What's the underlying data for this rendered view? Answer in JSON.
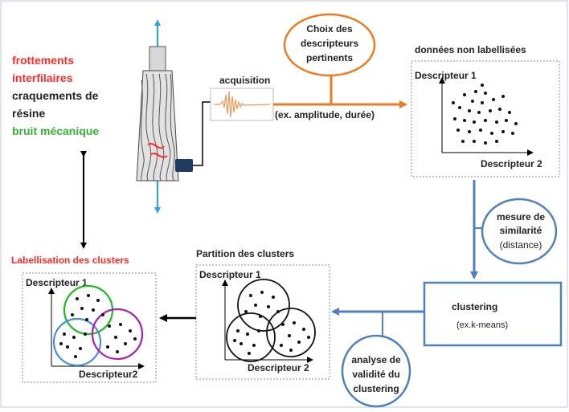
{
  "cable_labels": {
    "line1": "frottements",
    "line2": "interfilaires",
    "line3": "craquements de",
    "line4": "résine",
    "line5": "bruit mécanique"
  },
  "acquisition": "acquisition",
  "feature_choice": {
    "line1": "Choix des",
    "line2": "descripteurs",
    "line3": "pertinents"
  },
  "feature_example": "(ex. amplitude, durée)",
  "unlabeled": {
    "title": "données non labellisées",
    "y_label": "Descripteur 1",
    "x_label": "Descripteur 2"
  },
  "similarity": {
    "line1": "mesure de",
    "line2": "similarité",
    "line3": "(distance)"
  },
  "clustering": {
    "title": "clustering",
    "example": "(ex.k-means)"
  },
  "validity": {
    "line1": "analyse de",
    "line2": "validité du",
    "line3": "clustering"
  },
  "partition": {
    "title": "Partition des clusters",
    "y_label": "Descripteur 1",
    "x_label": "Descripteur 2"
  },
  "labelled": {
    "title": "Labellisation des clusters",
    "y_label": "Descripteur 1",
    "x_label": "Descripteur2"
  },
  "colors": {
    "red": "#ff2a2a",
    "green": "#33b333",
    "orange": "#ee7a22",
    "blue": "#4f81bd",
    "cluster_green": "#22bb22",
    "cluster_magenta": "#aa22aa",
    "cluster_blue": "#4a90d9",
    "cable_sensor": "#1f3a5f"
  }
}
